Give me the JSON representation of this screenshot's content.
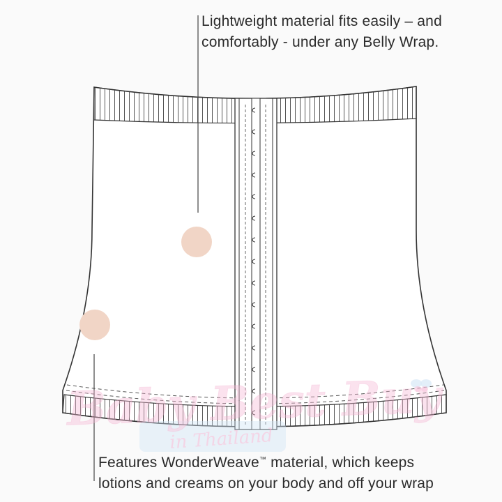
{
  "callouts": {
    "top": {
      "line1": "Lightweight material fits easily – and",
      "line2": "comfortably - under any Belly Wrap."
    },
    "bottom": {
      "line1_prefix": "Features WonderWeave",
      "line1_tm": "™",
      "line1_suffix": " material, which keeps",
      "line2": "lotions and creams on your body and off your wrap"
    }
  },
  "watermark": {
    "main": "Baby Best Buy",
    "sub": "in Thailand"
  },
  "colors": {
    "background": "#fafafa",
    "outline": "#333333",
    "marker_dot": "#f1d5c6",
    "watermark_pink": "#f6b9d6",
    "watermark_blue": "#cfe3f5"
  },
  "icons": {
    "marker": "circle-marker",
    "logo_ornament": "butterfly-icon"
  }
}
